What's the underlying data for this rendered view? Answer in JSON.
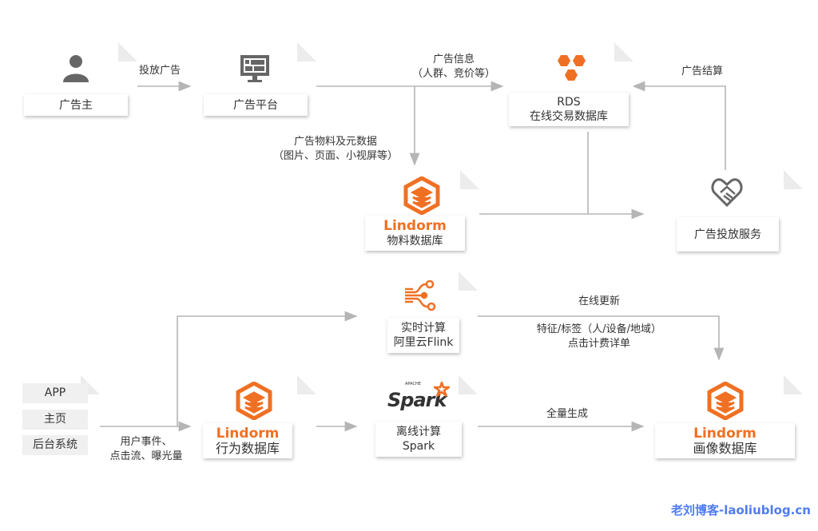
{
  "nodes": {
    "advertiser": {
      "label": "广告主",
      "icon": "person-icon"
    },
    "ad_platform": {
      "label": "广告平台",
      "icon": "monitor-dashboard-icon"
    },
    "rds": {
      "line1": "RDS",
      "line2": "在线交易数据库",
      "icon": "rds-hexagons-icon"
    },
    "material_db": {
      "brand": "Lindorm",
      "label": "物料数据库",
      "icon": "lindorm-icon"
    },
    "ad_service": {
      "label": "广告投放服务",
      "icon": "handshake-heart-icon"
    },
    "flink": {
      "line1": "实时计算",
      "line2": "阿里云Flink",
      "icon": "stream-icon"
    },
    "sources": {
      "items": [
        "APP",
        "主页",
        "后台系统"
      ]
    },
    "behavior_db": {
      "brand": "Lindorm",
      "label": "行为数据库",
      "icon": "lindorm-icon"
    },
    "spark": {
      "logo_small": "APACHE",
      "logo": "Spark",
      "line1": "离线计算",
      "line2": "Spark",
      "icon": "spark-logo-icon"
    },
    "profile_db": {
      "brand": "Lindorm",
      "label": "画像数据库",
      "icon": "lindorm-icon"
    }
  },
  "edges": {
    "place_ads": "投放广告",
    "ad_info_1": "广告信息",
    "ad_info_2": "（人群、竞价等）",
    "material_1": "广告物料及元数据",
    "material_2": "（图片、页面、小视屏等）",
    "settlement": "广告结算",
    "user_events_1": "用户事件、",
    "user_events_2": "点击流、曝光量",
    "online_update": "在线更新",
    "features_1": "特征/标签（人/设备/地域）",
    "features_2": "点击计费详单",
    "full_gen": "全量生成"
  },
  "watermark": "老刘博客-laoliublog.cn",
  "colors": {
    "accent": "#f07023",
    "line": "#b5b5b5",
    "icon_gray": "#666666"
  }
}
